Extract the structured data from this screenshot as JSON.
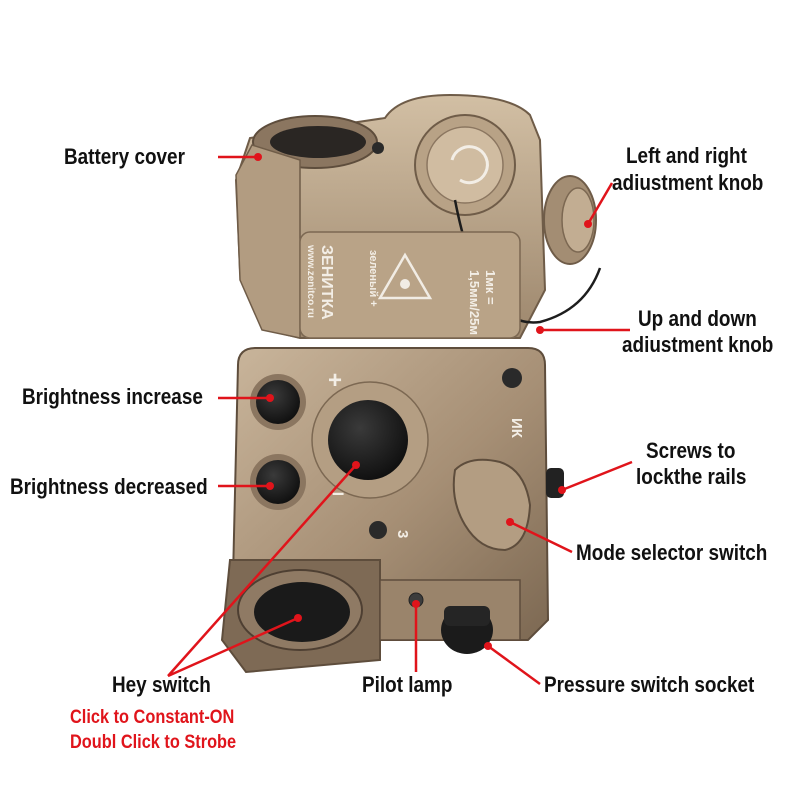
{
  "colors": {
    "annotation": "#e0141b",
    "body": "#a18b72",
    "body_light": "#c6b298",
    "body_dark": "#6f5c48",
    "button": "#1c1c1c",
    "text": "#111111"
  },
  "device": {
    "brand": "ЗЕНИТКА",
    "website": "www.zenitco.ru",
    "laser_color": "зеленый +",
    "spec_line1": "1мк =",
    "spec_line2": "1,5мм/25м",
    "mode_ik": "ИК",
    "mode_3": "3",
    "plus_mark": "+",
    "minus_mark": "–"
  },
  "labels": {
    "battery_cover": "Battery cover",
    "lr_knob_1": "Left and right",
    "lr_knob_2": "adiustment knob",
    "ud_knob_1": "Up and down",
    "ud_knob_2": "adiustment knob",
    "brightness_increase": "Brightness increase",
    "brightness_decreased": "Brightness decreased",
    "screws_1": "Screws to",
    "screws_2": "lockthe rails",
    "mode_selector": "Mode selector switch",
    "hey_switch": "Hey switch",
    "pilot_lamp": "Pilot lamp",
    "pressure_socket": "Pressure switch socket",
    "click_constant": "Click to Constant-ON",
    "doubl_click": "Doubl Click to Strobe"
  }
}
